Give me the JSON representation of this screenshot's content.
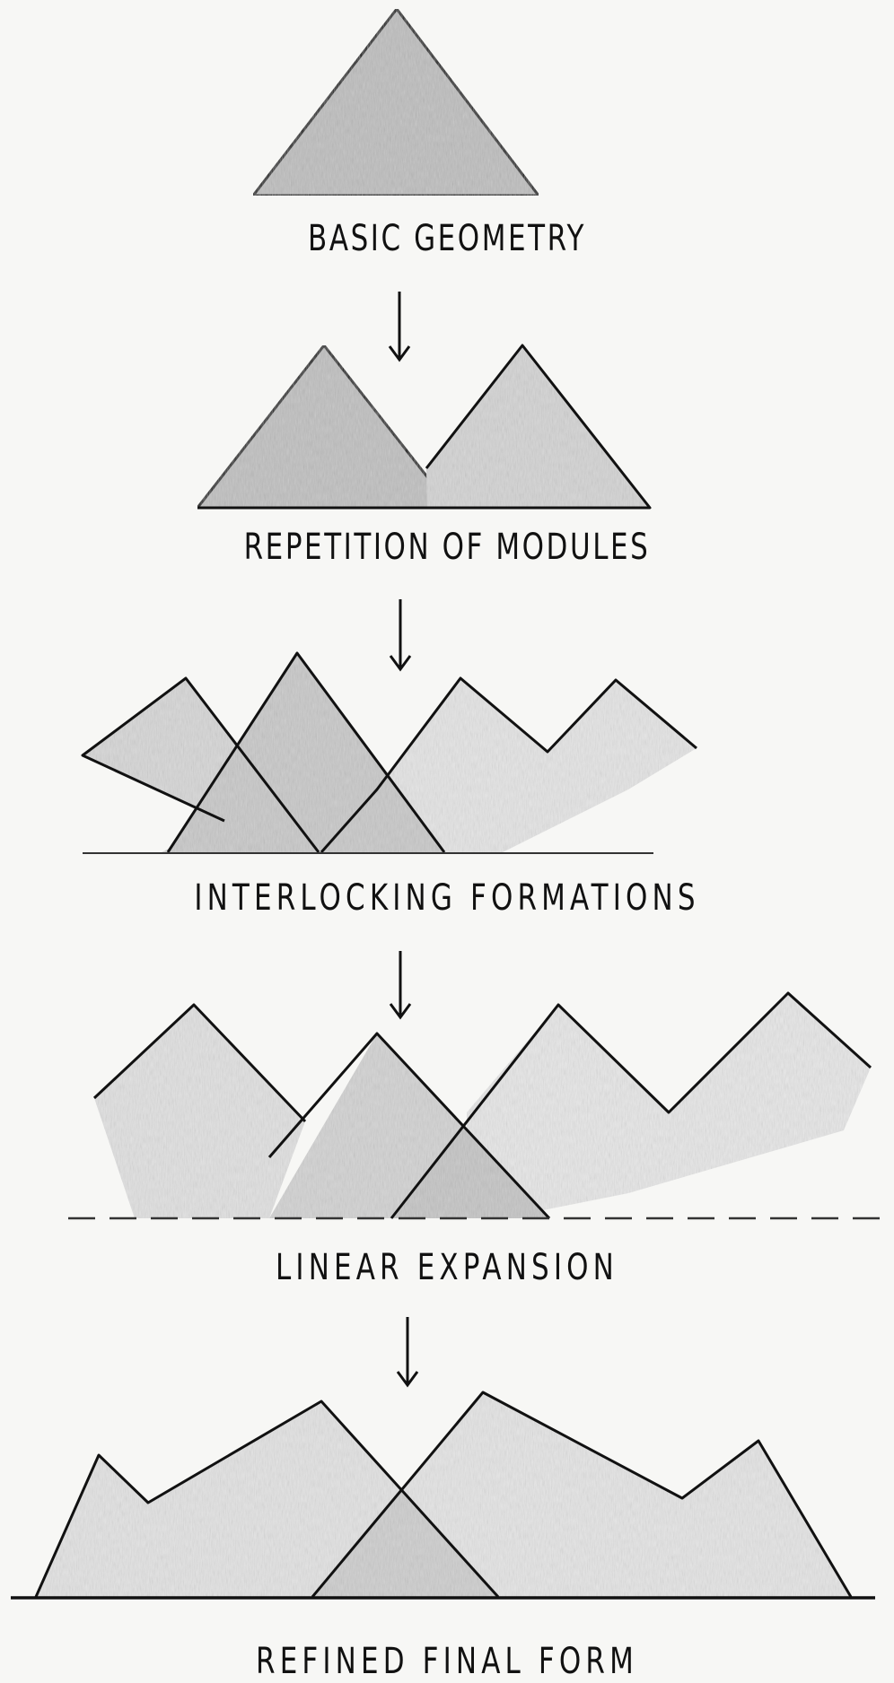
{
  "stages": [
    {
      "label": "BASIC GEOMETRY"
    },
    {
      "label": "REPETITION OF MODULES"
    },
    {
      "label": "INTERLOCKING FORMATIONS"
    },
    {
      "label": "LINEAR EXPANSION"
    },
    {
      "label": "REFINED FINAL FORM"
    }
  ],
  "colors": {
    "background": "#f7f7f5",
    "ink": "#111111",
    "shade_dark": "#bcbcbc",
    "shade_mid": "#d0d0d0",
    "shade_light": "#e2e2e2"
  }
}
